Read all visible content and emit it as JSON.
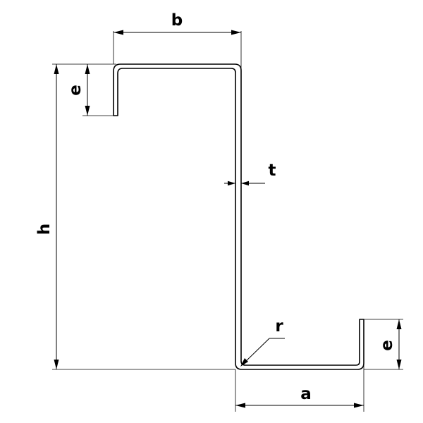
{
  "colors": {
    "line": "#000000",
    "profile_fill": "#ffffff",
    "background": "#ffffff"
  },
  "labels": {
    "b": "b",
    "e_top": "e",
    "t": "t",
    "h": "h",
    "r": "r",
    "e_bottom": "e",
    "a": "a"
  }
}
